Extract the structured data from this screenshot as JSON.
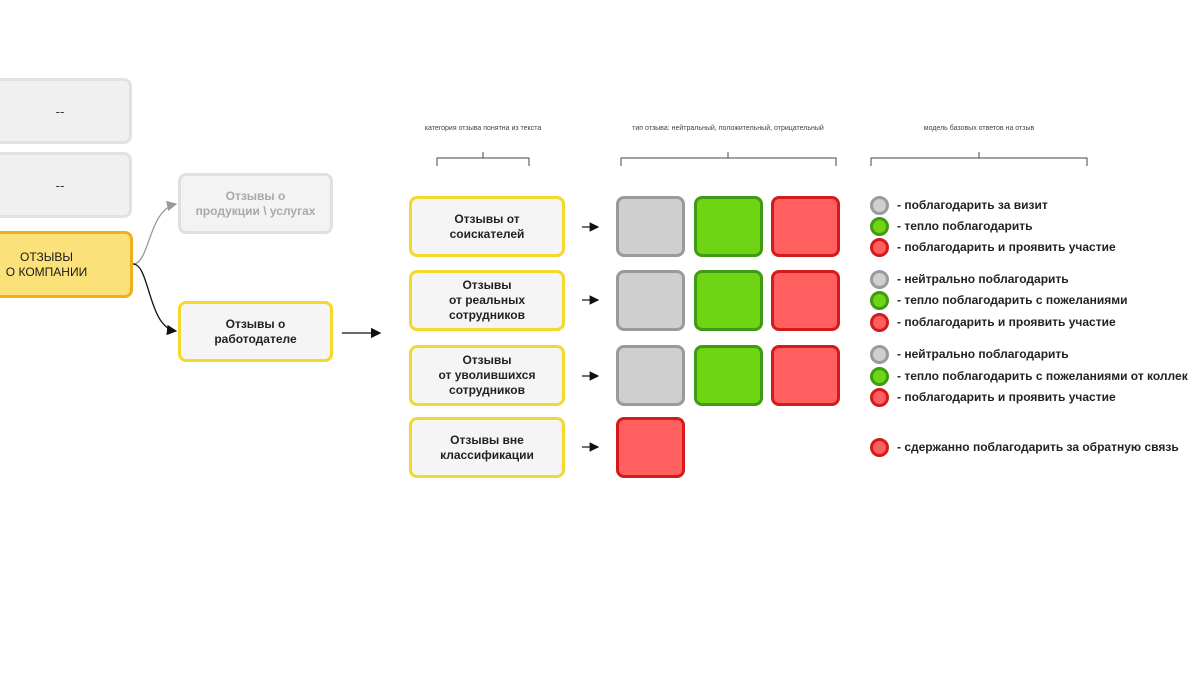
{
  "left_boxes": {
    "placeholder_1": "--",
    "placeholder_2": "--",
    "main": "ОТЗЫВЫ\nО КОМПАНИИ"
  },
  "branches": {
    "products": "Отзывы о\nпродукции \\ услугах",
    "employer": "Отзывы о\nработодателе"
  },
  "headers": {
    "category": "категория отзыва\nпонятна из текста",
    "type": "тип отзыва:\nнейтральный, положительный, отрицательный",
    "model": "модель\nбазовых ответов на отзыв"
  },
  "rows": [
    {
      "label": "Отзывы от\nсоискателей",
      "squares": [
        "grey",
        "green",
        "red"
      ],
      "responses": [
        {
          "color": "grey",
          "text": "- поблагодарить за визит"
        },
        {
          "color": "green",
          "text": "- тепло поблагодарить"
        },
        {
          "color": "red",
          "text": "- поблагодарить и проявить участие"
        }
      ]
    },
    {
      "label": "Отзывы\nот реальных\nсотрудников",
      "squares": [
        "grey",
        "green",
        "red"
      ],
      "responses": [
        {
          "color": "grey",
          "text": "- нейтрально поблагодарить"
        },
        {
          "color": "green",
          "text": "- тепло поблагодарить с пожеланиями"
        },
        {
          "color": "red",
          "text": "- поблагодарить и проявить участие"
        }
      ]
    },
    {
      "label": "Отзывы\nот уволившихся\nсотрудников",
      "squares": [
        "grey",
        "green",
        "red"
      ],
      "responses": [
        {
          "color": "grey",
          "text": "- нейтрально поблагодарить"
        },
        {
          "color": "green",
          "text": "- тепло поблагодарить с пожеланиями от коллек"
        },
        {
          "color": "red",
          "text": "- поблагодарить и проявить участие"
        }
      ]
    },
    {
      "label": "Отзывы вне\nклассификации",
      "squares": [
        "red"
      ],
      "responses": [
        {
          "color": "red",
          "text": "- сдержанно поблагодарить за обратную связь"
        }
      ]
    }
  ],
  "colors": {
    "grey": "#cfcfcf",
    "green": "#6fd414",
    "red": "#ff5f5f",
    "yellow_border": "#f4d82e",
    "main_fill": "#fbe17a"
  }
}
